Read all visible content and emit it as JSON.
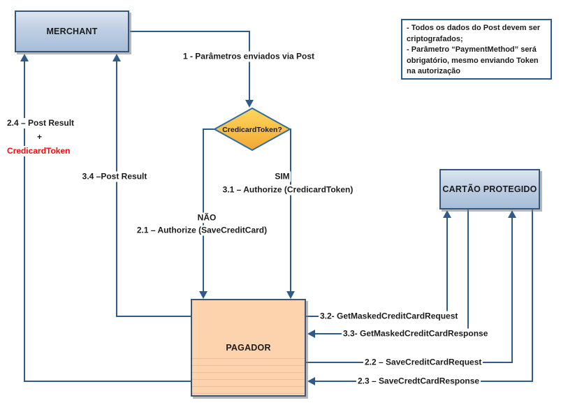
{
  "nodes": {
    "merchant": {
      "label": "MERCHANT"
    },
    "decision": {
      "label": "CredicardToken?"
    },
    "cartao_protegido": {
      "label": "CARTÃO PROTEGIDO"
    },
    "pagador": {
      "label": "PAGADOR"
    }
  },
  "note": {
    "lines": [
      " - Todos os dados do Post devem ser",
      "criptografados;",
      " - Parâmetro “PaymentMethod” será",
      "obrigatório, mesmo enviando Token",
      "na autorização"
    ]
  },
  "edges": {
    "post_params": "1 - Parâmetros enviados via Post",
    "post_result_24": "2.4 – Post Result",
    "plus": "+",
    "credicard_token": "CredicardToken",
    "post_result_34": "3.4 –Post Result",
    "sim": "SIM",
    "authorize_token": "3.1 – Authorize (CredicardToken)",
    "nao": "NÃO",
    "authorize_save": "2.1 – Authorize (SaveCreditCard)",
    "get_masked_request": "3.2- GetMaskedCreditCardRequest",
    "get_masked_response": "3.3- GetMaskedCreditCardResponse",
    "save_card_request": "2.2 – SaveCreditCardRequest",
    "save_card_response": "2.3 – SaveCredtCardResponse"
  },
  "colors": {
    "connector": "#2f5b8c",
    "node_fill_top": "#dbe4f0",
    "node_fill_bottom": "#a6bdd8",
    "node_border": "#35577d",
    "diamond_fill_top": "#ffd75e",
    "diamond_fill_bottom": "#f1a835",
    "diamond_border": "#2e6da4",
    "pagador_fill": "#fcd3ac",
    "note_border": "#2d5a8e",
    "highlight_red": "#f00d0d"
  }
}
